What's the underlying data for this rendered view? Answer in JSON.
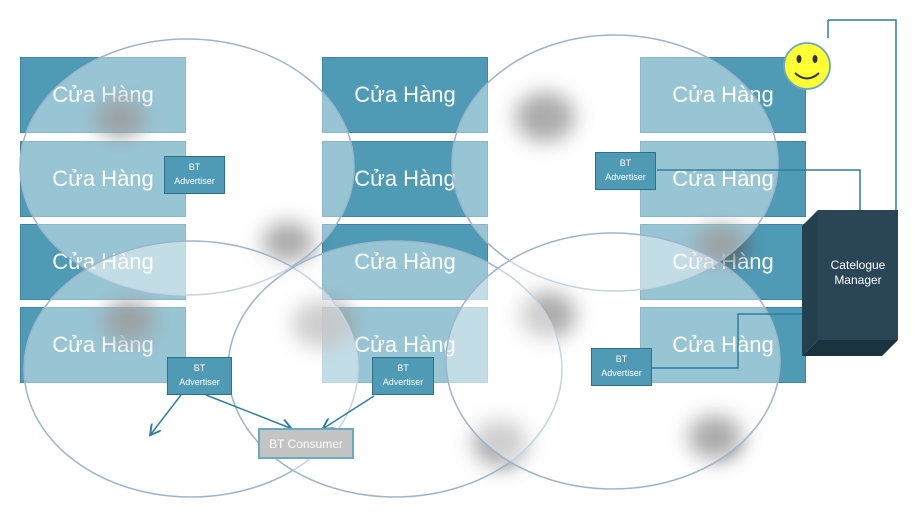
{
  "store_label": "Cửa Hàng",
  "stores": [
    "Cửa Hàng",
    "Cửa Hàng",
    "Cửa Hàng",
    "Cửa Hàng",
    "Cửa Hàng",
    "Cửa Hàng",
    "Cửa Hàng",
    "Cửa Hàng",
    "Cửa Hàng",
    "Cửa Hàng",
    "Cửa Hàng",
    "Cửa Hàng"
  ],
  "advertisers": [
    {
      "line1": "BT",
      "line2": "Advertiser"
    },
    {
      "line1": "BT",
      "line2": "Advertiser"
    },
    {
      "line1": "BT",
      "line2": "Advertiser"
    },
    {
      "line1": "BT",
      "line2": "Advertiser"
    },
    {
      "line1": "BT",
      "line2": "Advertiser"
    }
  ],
  "consumer": "BT Consumer",
  "catalogue_manager": {
    "line1": "Catelogue",
    "line2": "Manager"
  },
  "colors": {
    "store": "#4f9bb6",
    "advertiser": "#4f9bb6",
    "consumer": "#c4c4c4",
    "manager": "#2a4656",
    "smiley": "#ffff33",
    "line": "#2f7fa0"
  },
  "icons": {
    "smiley": "smiley-face-icon"
  }
}
